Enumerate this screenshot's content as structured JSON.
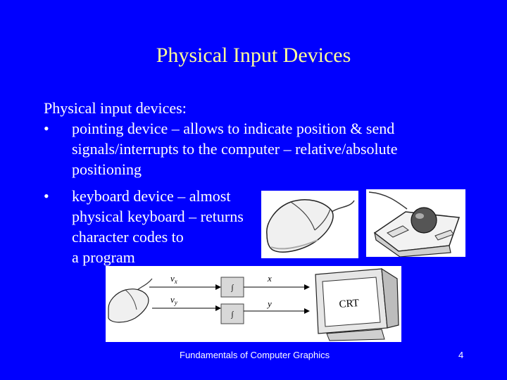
{
  "slide": {
    "title": "Physical Input Devices",
    "intro": "Physical input devices:",
    "bullet_symbol": "•",
    "bullets": [
      {
        "lines": [
          "pointing device – allows to indicate position & send",
          "signals/interrupts to the computer – relative/absolute",
          "positioning"
        ]
      },
      {
        "lines": [
          "keyboard device – almost",
          "physical keyboard – returns",
          "character codes to",
          "a program"
        ]
      }
    ],
    "diagram": {
      "label_vx": "v",
      "label_vx_sub": "x",
      "label_vy": "v",
      "label_vy_sub": "y",
      "label_x": "x",
      "label_y": "y",
      "integrator_symbol": "∫",
      "crt_label": "CRT"
    },
    "footer": "Fundamentals of Computer Graphics",
    "page_number": "4"
  },
  "colors": {
    "background": "#0000ff",
    "title": "#ffff99",
    "text": "#ffffff"
  },
  "icons": [
    "mouse-icon",
    "trackball-icon",
    "crt-monitor-icon"
  ]
}
